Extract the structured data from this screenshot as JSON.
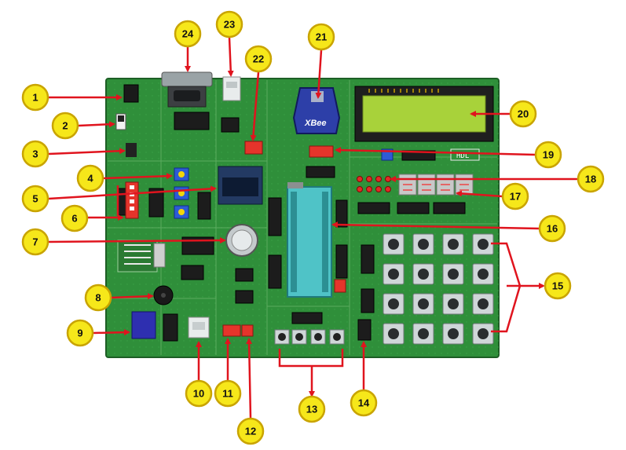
{
  "colors": {
    "pcb": "#2f8f3a",
    "pcb_dark": "#1f6b2a",
    "callout_fill": "#f6e71a",
    "callout_border": "#c9a400",
    "arrow": "#e0141e",
    "lcd_screen": "#a8d23a",
    "zif_socket": "#4fc3c7",
    "dip_switch": "#e5342b",
    "xbee_module": "#2d3fa8",
    "oled": "#1e3a66",
    "key": "#cfd6d8"
  },
  "board": {
    "xbee_label": "XBee",
    "brand_label": "HDL"
  },
  "callouts": [
    {
      "id": "1",
      "label": "1"
    },
    {
      "id": "2",
      "label": "2"
    },
    {
      "id": "3",
      "label": "3"
    },
    {
      "id": "4",
      "label": "4"
    },
    {
      "id": "5",
      "label": "5"
    },
    {
      "id": "6",
      "label": "6"
    },
    {
      "id": "7",
      "label": "7"
    },
    {
      "id": "8",
      "label": "8"
    },
    {
      "id": "9",
      "label": "9"
    },
    {
      "id": "10",
      "label": "10"
    },
    {
      "id": "11",
      "label": "11"
    },
    {
      "id": "12",
      "label": "12"
    },
    {
      "id": "13",
      "label": "13"
    },
    {
      "id": "14",
      "label": "14"
    },
    {
      "id": "15",
      "label": "15"
    },
    {
      "id": "16",
      "label": "16"
    },
    {
      "id": "17",
      "label": "17"
    },
    {
      "id": "18",
      "label": "18"
    },
    {
      "id": "19",
      "label": "19"
    },
    {
      "id": "20",
      "label": "20"
    },
    {
      "id": "21",
      "label": "21"
    },
    {
      "id": "22",
      "label": "22"
    },
    {
      "id": "23",
      "label": "23"
    },
    {
      "id": "24",
      "label": "24"
    }
  ]
}
